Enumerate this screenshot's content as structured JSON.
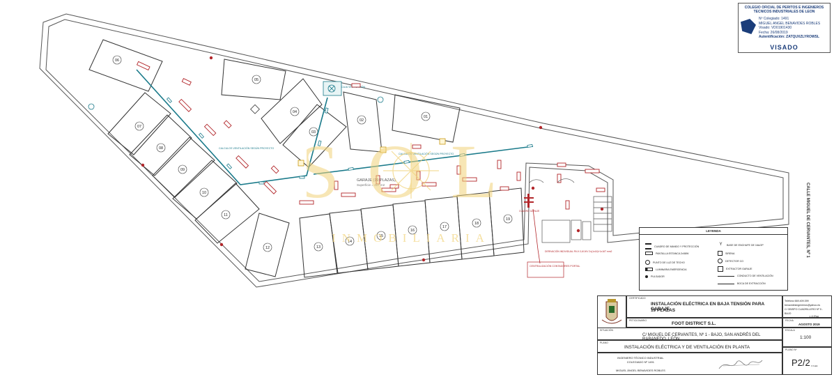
{
  "stamp": {
    "title_line1": "COLEGIO OFICIAL DE PERITOS E INGENIEROS",
    "title_line2": "TECNICOS INDUSTRIALES DE LEON",
    "colegiado": "Nº Colegiado: 1491",
    "name": "MIGUEL ANGEL BENAVIDES ROBLES",
    "visado_no": "Visado: VD01901430",
    "fecha": "Fecha: 26/08/2019",
    "autentificacion": "Autentificación: ZATQUXZLYROWSL",
    "visado": "VISADO"
  },
  "plan": {
    "street_label": "CALLE MIGUEL DE CERVANTES, Nº 1",
    "garage_label": "GARAJE (19 PLAZAS)",
    "garage_surface": "Superficie = 457 m2",
    "vent_calc_left": "CALCULOS VENTILACIÓN SEGÚN PROYECTO",
    "vent_calc_right": "CALCULOS VENTILACIÓN SEGÚN PROYECTO",
    "caja_vent": "CAJA VENTILACIÓN",
    "cuadro_garaje": "CUADRO GARAJE",
    "derivacion": "DERIVACIÓN INDIVIDUAL RV-K 0,6/1KV 2x(1x16)+1x16T mm2",
    "centralizacion": "CENTRALIZACIÓN CONTADORES PORTAL",
    "spaces": [
      "01",
      "02",
      "03",
      "04",
      "05",
      "06",
      "07",
      "08",
      "09",
      "10",
      "11",
      "12",
      "13",
      "14",
      "15",
      "16",
      "17",
      "18",
      "19"
    ]
  },
  "watermark": {
    "letters": "SOL",
    "subtitle": "INMOBILIARIA"
  },
  "legend": {
    "title": "LEYENDA",
    "items": [
      {
        "label": "CUADRO DE MANDO Y PROTECCIÓN"
      },
      {
        "label": "PANTALLA ESTANCA 2x58W"
      },
      {
        "label": "PUNTO DE LUZ DE TECHO"
      },
      {
        "label": "LUMINARIA EMERGENCIA"
      },
      {
        "label": "PULSADOR"
      },
      {
        "label": "BASE DE ENCHUFE DE 16A/2P"
      },
      {
        "label": "SIRENA"
      },
      {
        "label": "DETECTOR CO"
      },
      {
        "label": "EXTRACTOR GARAJE"
      },
      {
        "label": "CONDUCTO DE VENTILACIÓN"
      },
      {
        "label": "BOCA DE EXTRACCIÓN"
      }
    ]
  },
  "titleblock": {
    "cert_caption": "CERTIFICADO",
    "cert_value_1": "INSTALACIÓN ELÉCTRICA EN BAJA TENSIÓN PARA GARAJE",
    "cert_value_2": "19 PLAZAS",
    "peticionario_caption": "PETICIONARIO",
    "peticionario_value": "FOOT DISTRICT S.L.",
    "situacion_caption": "SITUACIÓN",
    "situacion_value": "C/ MIGUEL DE CERVANTES, Nº 1 - BAJO, SAN ANDRÉS DEL RABANEDO, LEÓN.",
    "plano_caption": "PLANO",
    "plano_value": "INSTALACIÓN ELÉCTRICA Y DE VENTILACIÓN EN PLANTA",
    "engineer_1": "INGENIERO TÉCNICO INDUSTRIAL",
    "engineer_2": "COLEGIADO Nº 1491",
    "engineer_3": "MIGUEL ÁNGEL BENAVIDES ROBLES",
    "contact_1": "Teléfono 669.409.399",
    "contact_2": "benavidesingenieros@yahoo.es",
    "contact_3": "C/ OBISPO CUADRILLERO Nº 5 - BAJO",
    "city": "LEÓN",
    "fecha_caption": "FECHA",
    "fecha_value": "AGOSTO 2019",
    "escala_caption": "ESCALA",
    "escala_value": "1:100",
    "plano_no_caption": "PLANO Nº",
    "plano_no_value": "P2/2",
    "hojas": "1 hojas"
  }
}
